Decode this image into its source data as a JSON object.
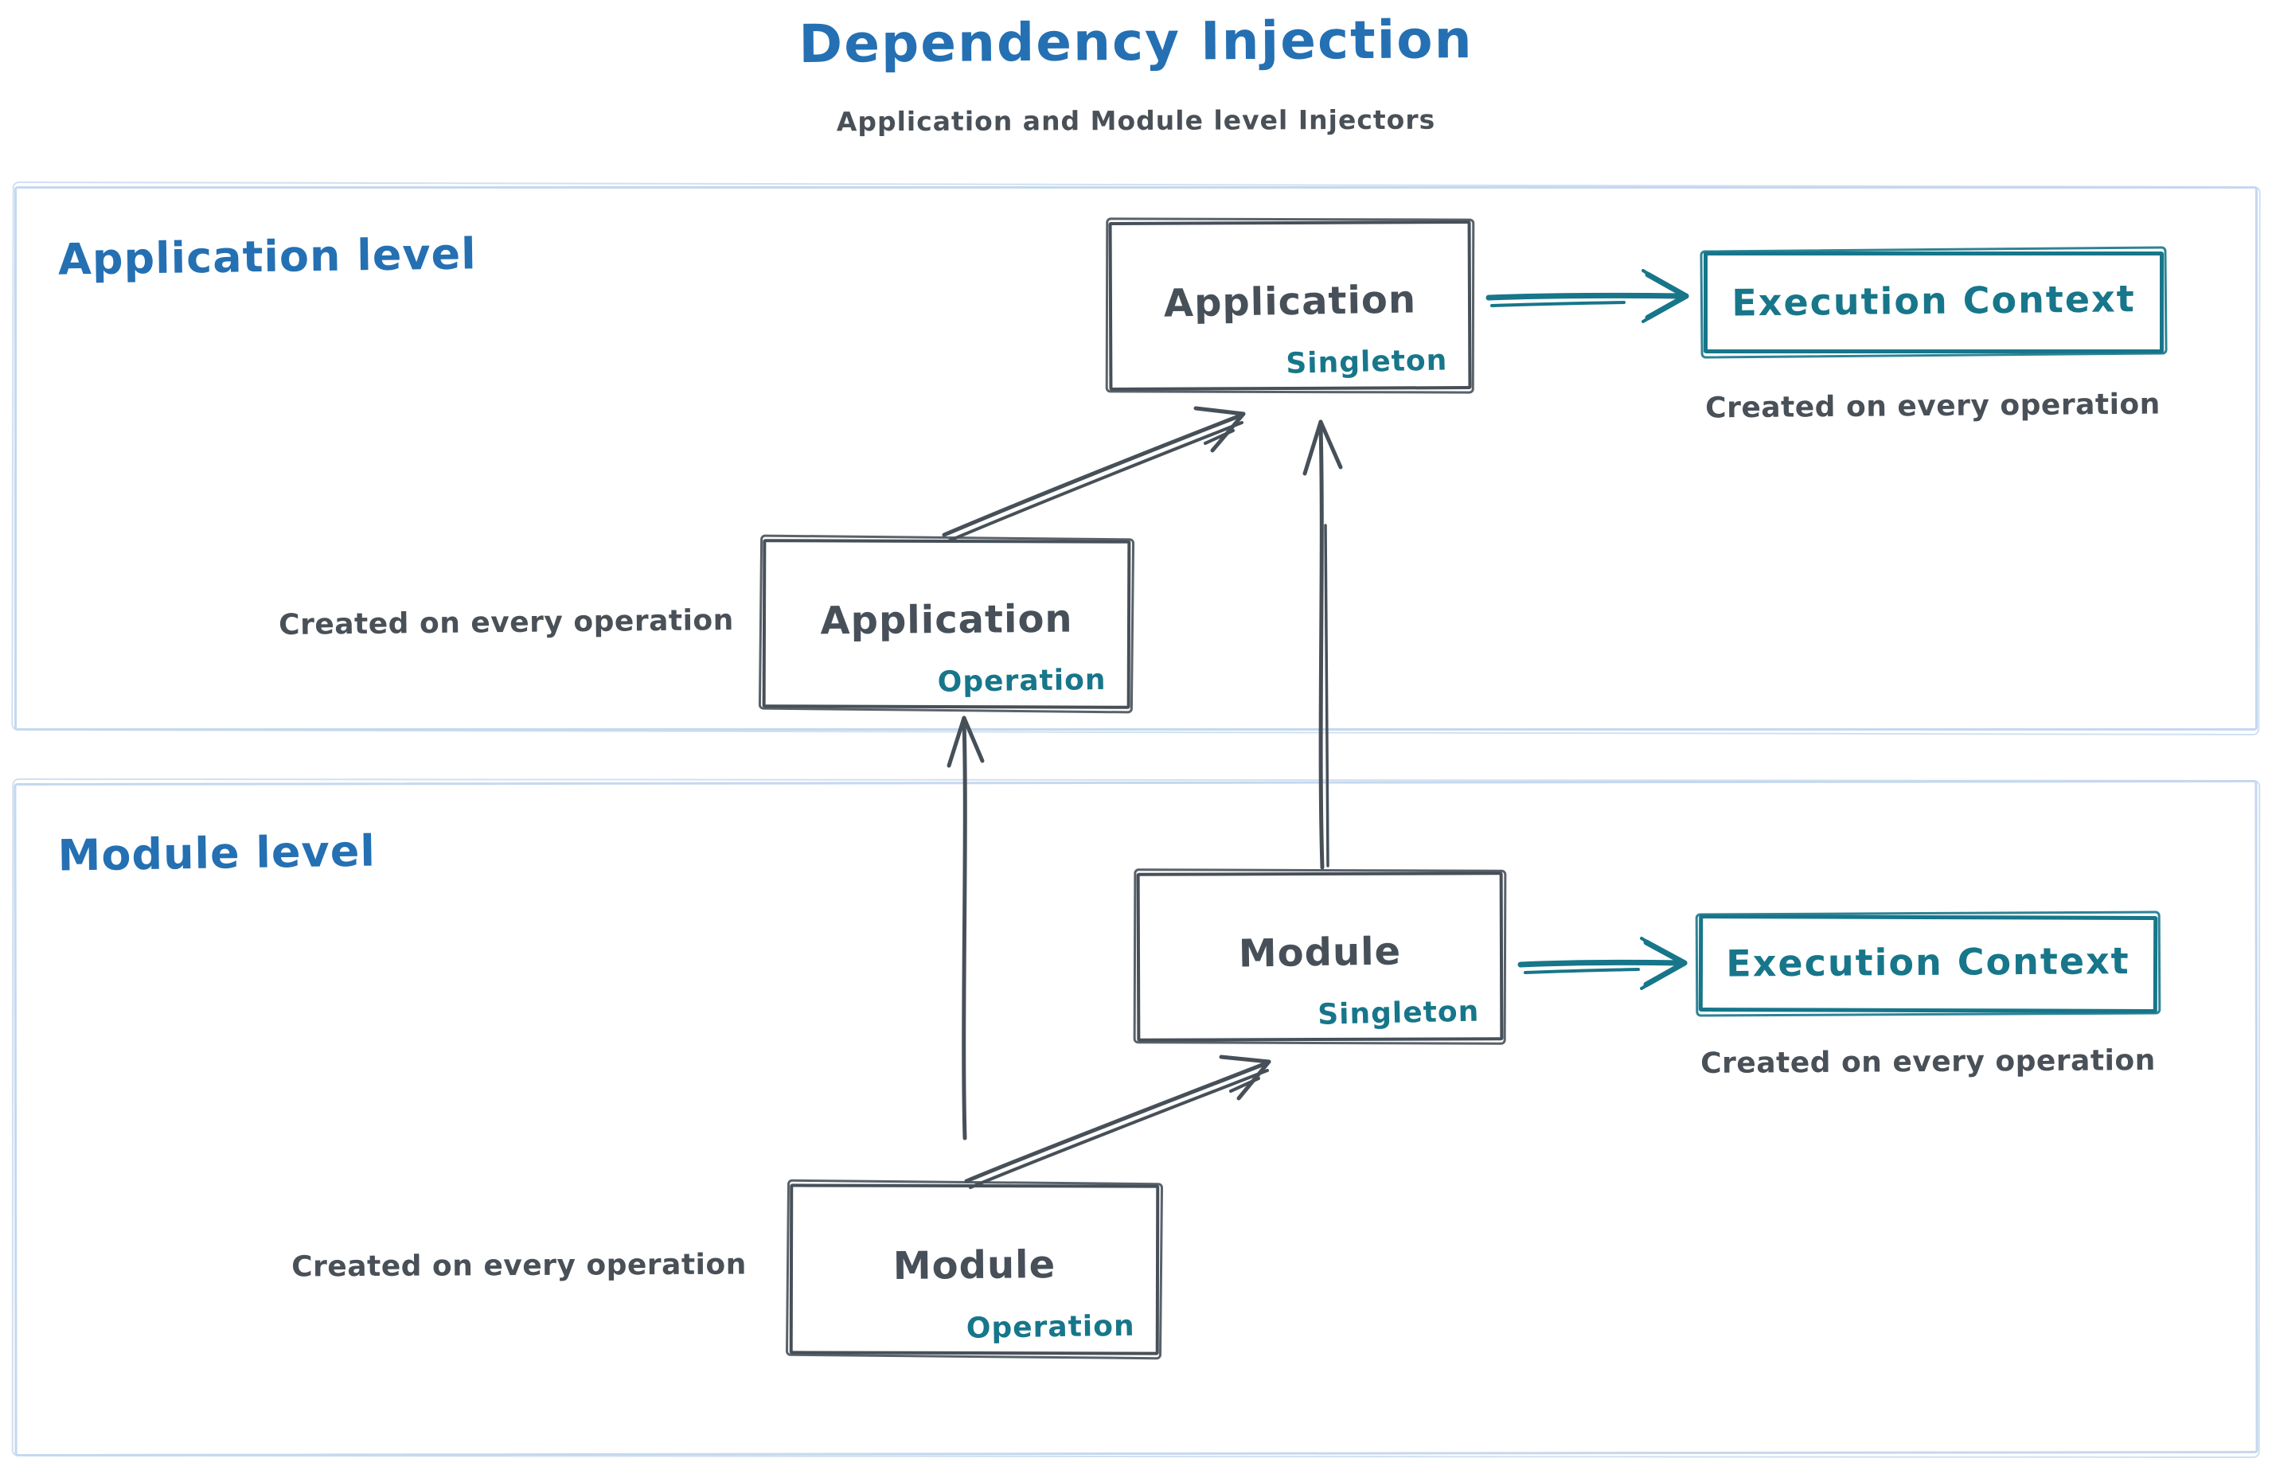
{
  "title": "Dependency Injection",
  "subtitle": "Application and Module level Injectors",
  "colors": {
    "accent_blue": "#2470b3",
    "ink_dark": "#495057",
    "teal": "#17768a",
    "frame_light_blue": "#c5d8ee",
    "background": "#ffffff"
  },
  "sections": [
    {
      "label": "Application level",
      "singleton_box": {
        "title": "Application",
        "scope": "Singleton"
      },
      "operation_box": {
        "title": "Application",
        "scope": "Operation"
      },
      "operation_caption": "Created on every operation",
      "execution_context": {
        "label": "Execution Context",
        "caption": "Created on every operation"
      }
    },
    {
      "label": "Module level",
      "singleton_box": {
        "title": "Module",
        "scope": "Singleton"
      },
      "operation_box": {
        "title": "Module",
        "scope": "Operation"
      },
      "operation_caption": "Created on every operation",
      "execution_context": {
        "label": "Execution Context",
        "caption": "Created on every operation"
      }
    }
  ]
}
